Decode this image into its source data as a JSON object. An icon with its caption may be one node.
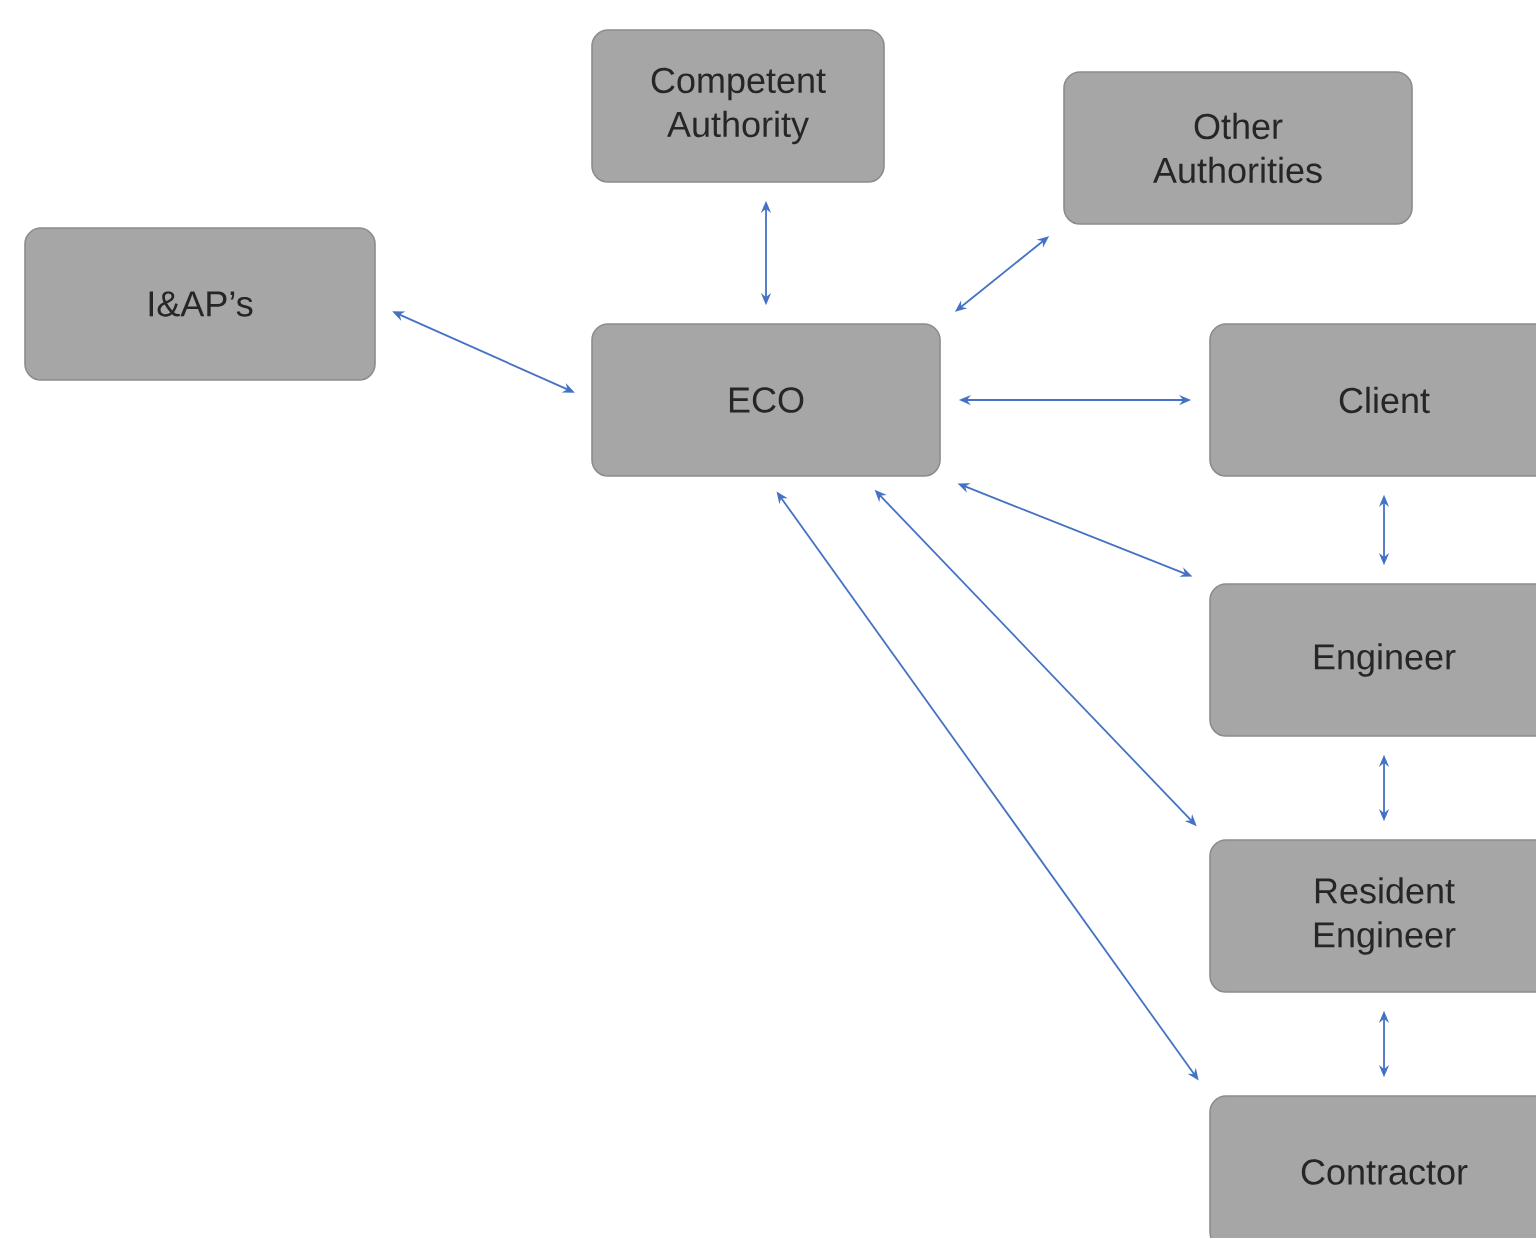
{
  "diagram": {
    "nodes": [
      {
        "text": [
          "Competent Authority"
        ]
      },
      {
        "text": [
          "Other Authorities"
        ]
      },
      {
        "text": [
          "I&AP’s"
        ]
      },
      {
        "text": [
          "ECO"
        ]
      },
      {
        "text": [
          "Client"
        ]
      },
      {
        "text": [
          "Engineer"
        ]
      },
      {
        "text": [
          "Resident Engineer"
        ]
      },
      {
        "text": [
          "Contractor"
        ]
      }
    ],
    "edges": [
      {
        "from": 3,
        "to": 0,
        "arrow": "both"
      },
      {
        "from": 3,
        "to": 1,
        "arrow": "both"
      },
      {
        "from": 2,
        "to": 3,
        "arrow": "both"
      },
      {
        "from": 3,
        "to": 4,
        "arrow": "both"
      },
      {
        "from": 3,
        "to": 5,
        "arrow": "both"
      },
      {
        "from": 3,
        "to": 6,
        "arrow": "both"
      },
      {
        "from": 3,
        "to": 7,
        "arrow": "both"
      },
      {
        "from": 4,
        "to": 5,
        "arrow": "both"
      },
      {
        "from": 5,
        "to": 6,
        "arrow": "both"
      },
      {
        "from": 6,
        "to": 7,
        "arrow": "both"
      }
    ]
  }
}
